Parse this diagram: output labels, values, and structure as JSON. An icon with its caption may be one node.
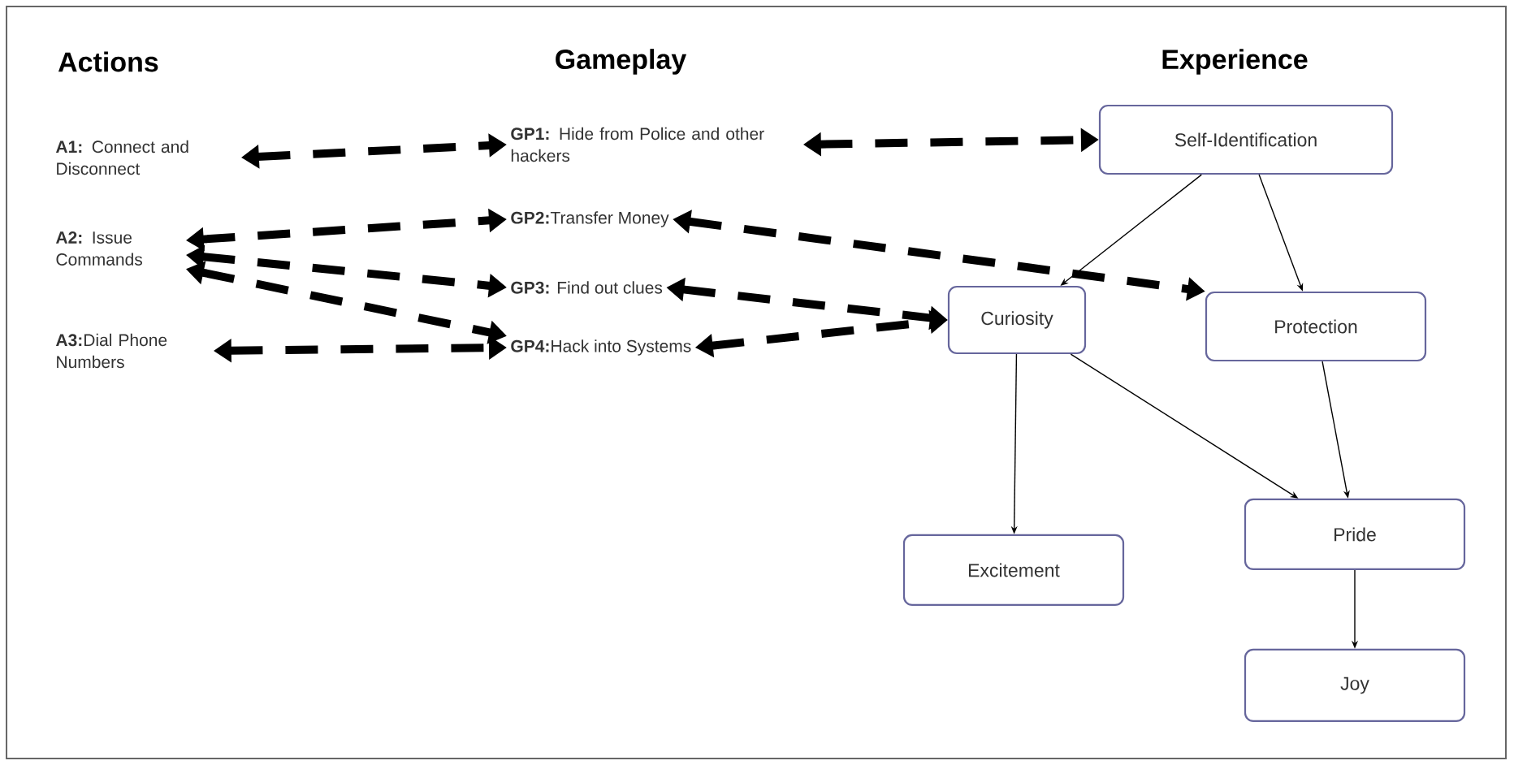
{
  "diagram": {
    "nodes": [
      {
        "text": [
          "**A1:** Connect and Disconnect"
        ]
      },
      {
        "text": [
          "**A2:** Issue Commands"
        ]
      },
      {
        "text": [
          "**A3:**Dial Phone Numbers"
        ]
      },
      {
        "text": [
          "**GP1:** Hide from Police and other hackers"
        ]
      },
      {
        "text": [
          "**GP2:**Transfer Money"
        ]
      },
      {
        "text": [
          "**GP3:** Find out clues"
        ]
      },
      {
        "text": [
          "**GP4:**Hack into Systems"
        ]
      },
      {
        "text": [
          "Self-Identification"
        ]
      },
      {
        "text": [
          "Curiosity"
        ]
      },
      {
        "text": [
          "Protection"
        ]
      },
      {
        "text": [
          "Excitement"
        ]
      },
      {
        "text": [
          "Pride"
        ]
      },
      {
        "text": [
          "Joy"
        ]
      }
    ],
    "edges": [
      {
        "from": 0,
        "to": 3,
        "arrow": "both",
        "style": "dashed"
      },
      {
        "from": 1,
        "to": 4,
        "arrow": "both",
        "style": "dashed"
      },
      {
        "from": 1,
        "to": 5,
        "arrow": "both",
        "style": "dashed"
      },
      {
        "from": 1,
        "to": 6,
        "arrow": "both",
        "style": "dashed"
      },
      {
        "from": 2,
        "to": 6,
        "arrow": "both",
        "style": "dashed"
      },
      {
        "from": 3,
        "to": 7,
        "arrow": "both",
        "style": "dashed"
      },
      {
        "from": 4,
        "to": 9,
        "arrow": "both",
        "style": "dashed"
      },
      {
        "from": 5,
        "to": 8,
        "arrow": "both",
        "style": "dashed"
      },
      {
        "from": 6,
        "to": 8,
        "arrow": "both",
        "style": "dashed"
      },
      {
        "from": 7,
        "to": 8,
        "arrow": "to"
      },
      {
        "from": 7,
        "to": 9,
        "arrow": "to"
      },
      {
        "from": 8,
        "to": 10,
        "arrow": "to"
      },
      {
        "from": 8,
        "to": 11,
        "arrow": "to"
      },
      {
        "from": 9,
        "to": 11,
        "arrow": "to"
      },
      {
        "from": 11,
        "to": 12,
        "arrow": "to"
      }
    ],
    "labels": [
      "Actions",
      "Gameplay",
      "Experience"
    ]
  }
}
